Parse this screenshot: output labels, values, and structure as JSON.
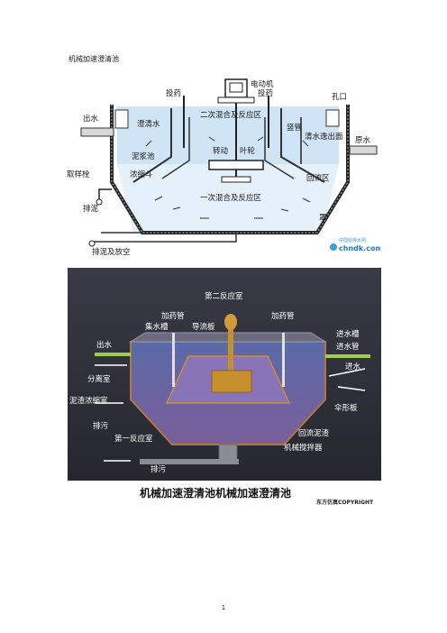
{
  "doc": {
    "title": "机械加速澄清池",
    "page_number": "1"
  },
  "fig1": {
    "labels": {
      "dosing_left": "投药",
      "motor": "电动机",
      "dosing_right": "投药",
      "hole": "孔口",
      "outlet": "出水",
      "clear_water": "澄清水",
      "secondary_zone": "二次混合及反应区",
      "riser": "竖管",
      "overflow": "清水逸出面",
      "raw_water": "原水",
      "sludge_pool": "泥浆池",
      "rotate": "转动",
      "impeller": "叶轮",
      "concentrator": "浓缩斗",
      "sample_valve": "取样栓",
      "drain_sludge": "排泥",
      "primary_zone": "一次混合及反应区",
      "return_zone": "回流区",
      "hood": "罩",
      "drain_empty": "排泥及放空"
    },
    "watermark": {
      "site": "中国给排水网",
      "url": "chndk.com"
    }
  },
  "fig2": {
    "labels": {
      "second_reaction": "第二反应室",
      "dosing_pipe_left": "加药管",
      "dosing_pipe_right": "加药管",
      "collect_trough": "集水槽",
      "guide_plate": "导流板",
      "inlet_trough": "进水槽",
      "inlet_pipe": "进水管",
      "outlet": "出水",
      "inlet": "进水",
      "separation": "分离室",
      "sludge_conc": "泥渣浓缩室",
      "umbrella": "伞形板",
      "drain1": "排污",
      "first_reaction": "第一反应室",
      "return_sludge": "回流泥渣",
      "mixer": "机械搅拌器",
      "drain2": "排污"
    },
    "caption": "机械加速澄清池机械加速澄清池",
    "copyright": "东方仿真COPYRIGHT"
  },
  "colors": {
    "water_blue": "#8fb9e6",
    "accent_blue": "#4b86c9",
    "dark_bg": "#2c2c36",
    "gold": "#c7902f"
  }
}
